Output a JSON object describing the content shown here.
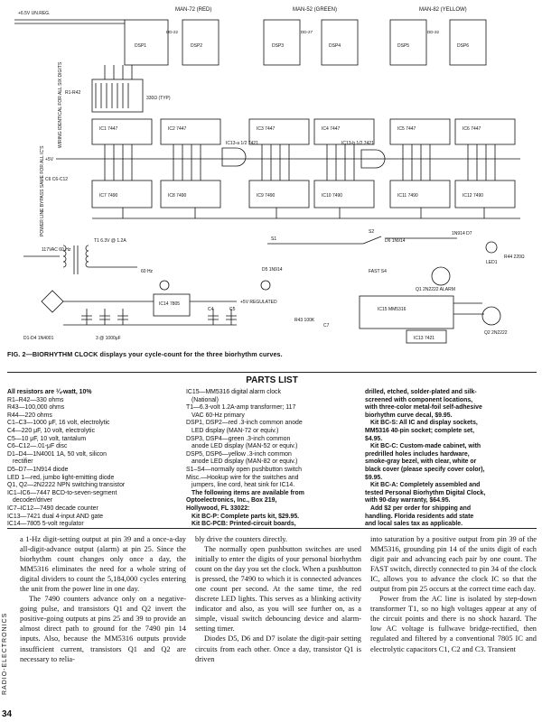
{
  "figure": {
    "labels": {
      "man72": "MAN-72 (RED)",
      "man52": "MAN-52 (GREEN)",
      "man82": "MAN-82 (YELLOW)",
      "dsp1": "DSP1",
      "dsp2": "DSP2",
      "dsp3": "DSP3",
      "dsp4": "DSP4",
      "dsp5": "DSP5",
      "dsp6": "DSP6",
      "dp1": "DD-22",
      "dp2": "DD-27",
      "dp3": "DD-32",
      "unreg": "+6.5V UN.REG.",
      "r1r42": "R1-R42",
      "r330": "330Ω (TYP)",
      "wiring": "WIRING IDENTICAL FOR ALL SIX DIGITS",
      "ic1": "IC1 7447",
      "ic2": "IC2 7447",
      "ic3": "IC3 7447",
      "ic4": "IC4 7447",
      "ic5": "IC5 7447",
      "ic6": "IC6 7447",
      "ic7": "IC7 7490",
      "ic8": "IC8 7490",
      "ic9": "IC9 7490",
      "ic10": "IC10 7490",
      "ic11": "IC11 7490",
      "ic12": "IC12 7490",
      "ic13a": "IC13-a 1/2 7421",
      "ic13b": "IC13-b 1/2 7421",
      "plus5v": "+5V",
      "c6": "C6 C6-C12",
      "power": "POWER LINE BYPASS SAME FOR ALL IC'S",
      "ac": "117VAC 60 Hz",
      "t1": "T1 6.3V @ 1.2A",
      "hz60": "60 Hz",
      "ic14": "IC14 7805",
      "reg": "+5V REGULATED",
      "d1d4": "D1-D4 1N4001",
      "c1c3": "3 @ 1000μF",
      "c4": "C4",
      "c5": "C5",
      "s1": "S1",
      "s2": "S2",
      "d5": "D5 1N914",
      "d6": "D6 1N914",
      "d7": "1N914 D7",
      "led1": "LED1",
      "r44": "R44 220Ω",
      "q1": "Q1 2N2222 ALARM",
      "q2": "Q2 2N2222",
      "ic15": "IC15 MM5316",
      "ic13c": "IC13 7421",
      "fast": "FAST S4",
      "r43": "R43 100K",
      "c7": "C7"
    }
  },
  "caption": "FIG. 2—BIORHYTHM CLOCK displays your cycle-count for the three biorhythm curves.",
  "parts_list": {
    "title": "PARTS LIST",
    "col1": [
      "All resistors are ¼-watt, 10%",
      "R1–R42—330 ohms",
      "R43—100,000 ohms",
      "R44—220 ohms",
      "C1–C3—1000 μF, 16 volt, electrolytic",
      "C4—220 μF, 10 volt, electrolytic",
      "C5—10 μF, 10 volt, tantalum",
      "C6–C12—.01-μF disc",
      "D1–D4—1N4001 1A, 50 volt, silicon",
      "rectifier",
      "D5–D7—1N914 diode",
      "LED 1—red, jumbo light-emitting diode",
      "Q1, Q2—2N2222 NPN switching transistor",
      "IC1–IC6—7447 BCD-to-seven-segment",
      "decoder/driver",
      "IC7–IC12—7490 decade counter",
      "IC13—7421 dual 4-input AND gate",
      "IC14—7805 5-volt regulator"
    ],
    "col2": [
      "IC15—MM5316 digital alarm clock",
      "(National)",
      "T1—6.3-volt 1.2A-amp transformer; 117",
      "VAC 60-Hz primary",
      "DSP1, DSP2—red .3-inch common anode",
      "LED display (MAN-72 or equiv.)",
      "DSP3, DSP4—green .3-inch common",
      "anode LED display (MAN-52 or equiv.)",
      "DSP5, DSP6—yellow .3-inch common",
      "anode LED display (MAN-82 or equiv.)",
      "S1–S4—normally open pushbutton switch",
      "Misc.—Hookup wire for the switches and",
      "jumpers, line cord, heat sink for IC14.",
      "The following items are available from",
      "Optoelectronics, Inc., Box 219,",
      "Hollywood, FL 33022:",
      "Kit BC-P: Complete parts kit, $29.95.",
      "Kit BC-PCB: Printed-circuit boards,"
    ],
    "col3": [
      "drilled, etched, solder-plated and silk-",
      "screened with component locations,",
      "with three-color metal-foil self-adhesive",
      "biorhythm curve decal, $9.95.",
      "Kit BC-S: All IC and display sockets,",
      "MM5316 40-pin socket; complete set,",
      "$4.95.",
      "Kit BC-C: Custom-made cabinet, with",
      "predrilled holes includes hardware,",
      "smoke-gray bezel, with clear, white or",
      "black cover (please specify cover color),",
      "$9.95.",
      "Kit BC-A: Completely assembled and",
      "tested Personal Biorhythm Digital Clock,",
      "with 90-day warranty, $64.95.",
      "Add $2 per order for shipping and",
      "handling. Florida residents add state",
      "and local sales tax as applicable."
    ]
  },
  "body": {
    "col1": [
      "a 1-Hz digit-setting output at pin 39 and a once-a-day all-digit-advance output (alarm) at pin 25. Since the biorhythm count changes only once a day, the MM5316 eliminates the need for a whole string of digital dividers to count the 5,184,000 cycles entering the unit from the power line in one day.",
      "The 7490 counters advance only on a negative-going pulse, and transistors Q1 and Q2 invert the positive-going outputs at pins 25 and 39 to provide an almost direct path to ground for the 7490 pin 14 inputs. Also, because the MM5316 outputs provide insufficient current, transistors Q1 and Q2 are necessary to relia-"
    ],
    "col2": [
      "bly drive the counters directly.",
      "The normally open pushbutton switches are used initially to enter the digits of your personal biorhythm count on the day you set the clock. When a pushbutton is pressed, the 7490 to which it is connected advances one count per second. At the same time, the red discrete LED lights. This serves as a blinking activity indicator and also, as you will see further on, as a simple, visual switch debouncing device and alarm-setting timer.",
      "Diodes D5, D6 and D7 isolate the digit-pair setting circuits from each other. Once a day, transistor Q1 is driven"
    ],
    "col3": [
      "into saturation by a positive output from pin 39 of the MM5316, grounding pin 14 of the units digit of each digit pair and advancing each pair by one count. The FAST switch, directly connected to pin 34 of the clock IC, allows you to advance the clock IC so that the output from pin 25 occurs at the correct time each day.",
      "Power from the AC line is isolated by step-down transformer T1, so no high voltages appear at any of the circuit points and there is no shock hazard. The low AC voltage is fullwave bridge-rectified, then regulated and filtered by a conventional 7805 IC and electrolytic capacitors C1, C2 and C3. Transient"
    ]
  },
  "footer": {
    "page_number": "34",
    "magazine": "RADIO-ELECTRONICS"
  }
}
